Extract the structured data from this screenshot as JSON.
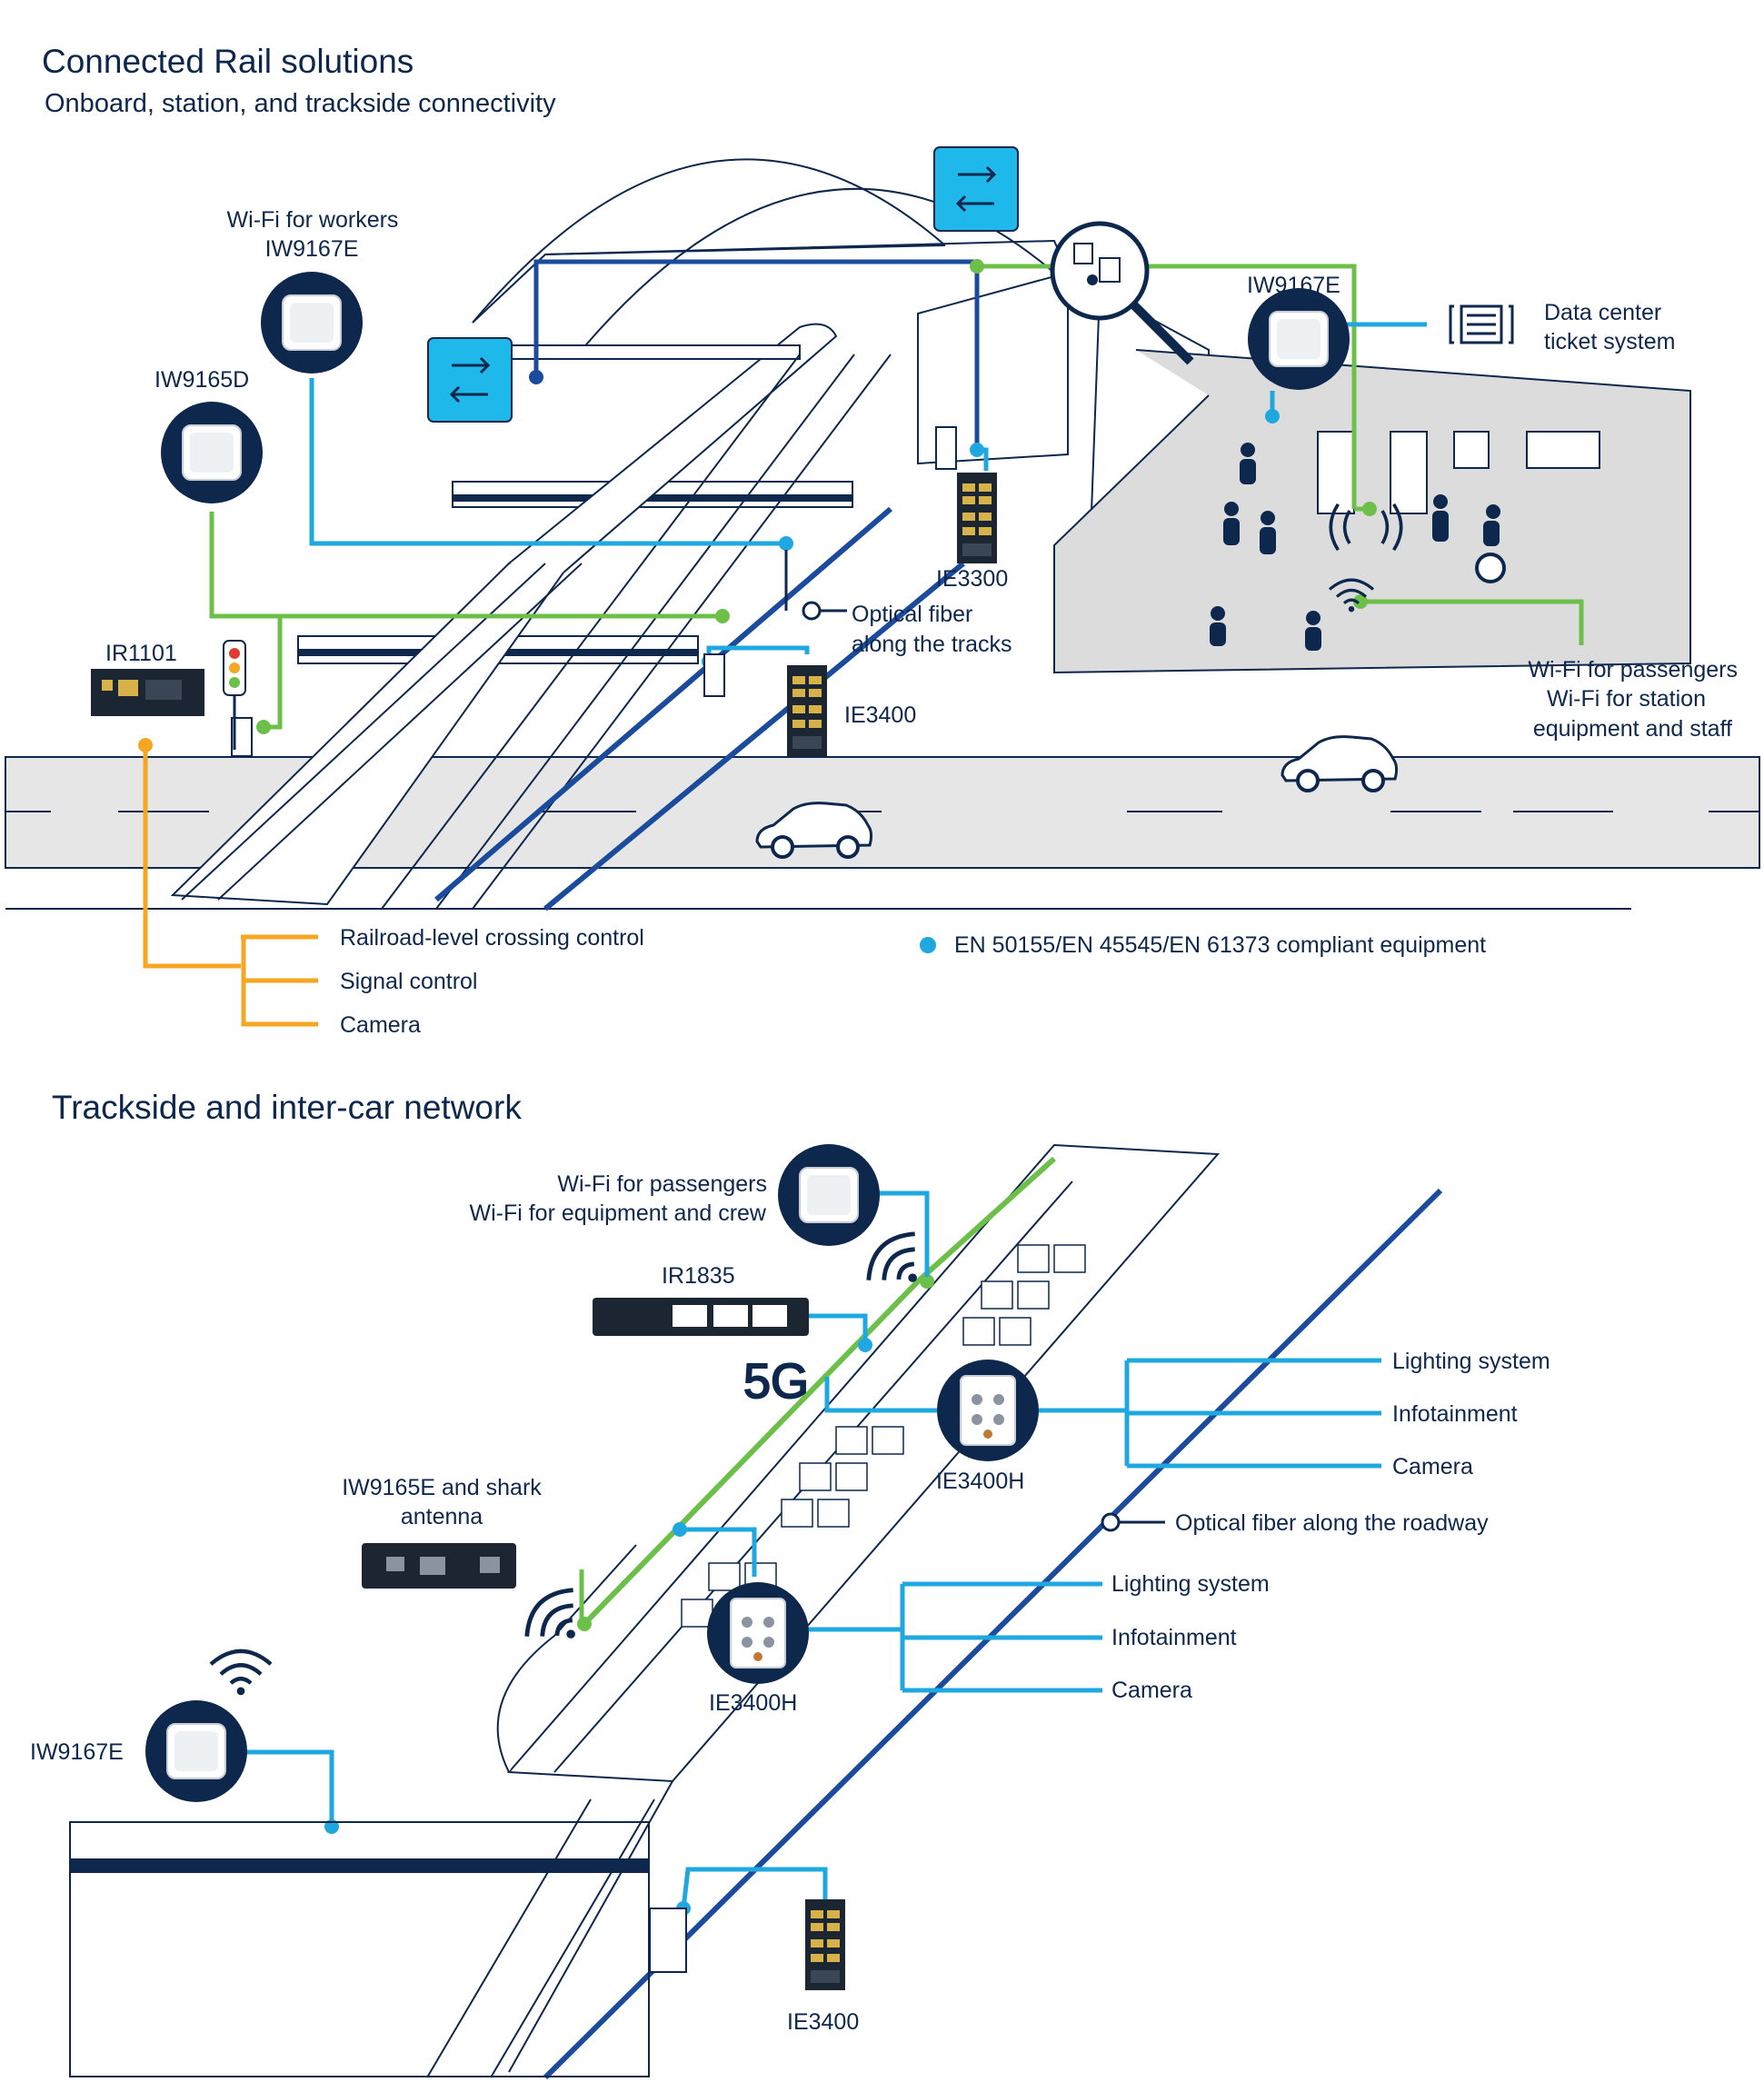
{
  "section1": {
    "title": "Connected Rail solutions",
    "subtitle": "Onboard, station, and trackside connectivity",
    "labels": {
      "wifi_workers_1": "Wi-Fi for workers",
      "wifi_workers_2": "IW9167E",
      "iw9165d": "IW9165D",
      "iw9167e_station": "IW9167E",
      "data_center_1": "Data center",
      "data_center_2": "ticket system",
      "ir1101": "IR1101",
      "ie3300": "IE3300",
      "ie3400": "IE3400",
      "fiber_tracks_1": "Optical fiber",
      "fiber_tracks_2": "along the tracks",
      "wifi_passengers": "Wi-Fi for passengers",
      "wifi_station_1": "Wi-Fi for station",
      "wifi_station_2": "equipment and staff",
      "crossing_control": "Railroad-level crossing control",
      "signal_control": "Signal control",
      "camera": "Camera",
      "legend_compliant": "EN 50155/EN 45545/EN 61373 compliant equipment"
    }
  },
  "section2": {
    "title": "Trackside and inter-car network",
    "labels": {
      "wifi_passengers": "Wi-Fi for passengers",
      "wifi_crew": "Wi-Fi for equipment and crew",
      "ir1835": "IR1835",
      "five_g": "5G",
      "ie3400h_top": "IE3400H",
      "ie3400h_bottom": "IE3400H",
      "lighting_1": "Lighting system",
      "infotainment_1": "Infotainment",
      "camera_1": "Camera",
      "lighting_2": "Lighting system",
      "infotainment_2": "Infotainment",
      "camera_2": "Camera",
      "fiber_roadway": "Optical fiber along the roadway",
      "iw9165e_1": "IW9165E and shark",
      "iw9165e_2": "antenna",
      "iw9167e": "IW9167E",
      "ie3400": "IE3400"
    }
  },
  "colors": {
    "navy": "#0d274d",
    "blue": "#1fa8e0",
    "dark_blue": "#1a4b9c",
    "green": "#6cc04a",
    "orange": "#f6a623",
    "road": "#e6e6e6",
    "ink": "#1e3554"
  },
  "icons": [
    "router-icon",
    "magnifier-icon",
    "server-rack-icon",
    "access-point-icon",
    "switch-icon",
    "wifi-icon",
    "traffic-light-icon",
    "car-icon",
    "person-icon",
    "wheelchair-icon"
  ]
}
